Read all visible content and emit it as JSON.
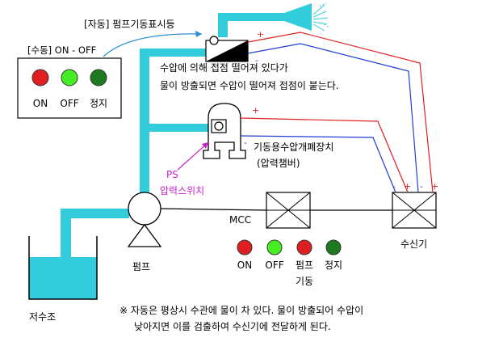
{
  "colors": {
    "pipe": "#33ccdd",
    "water": "#33ccdd",
    "wire_positive": "#e02020",
    "wire_negative": "#1f3fd0",
    "lamp_on": "#e02020",
    "lamp_off": "#44ee22",
    "lamp_pump": "#e02020",
    "lamp_stop": "#1e7a1e"
  },
  "labels": {
    "auto_pump_indicator": "[자동] 펌프기동표시등",
    "manual_panel_title": "[수동] ON - OFF",
    "contact_note_line1": "수압에 의해 접점 떨어져 있다가",
    "contact_note_line2": "물이 방출되면 수압이 떨어져 접점이 붙는다.",
    "ps": "PS",
    "pressure_switch": "압력스위치",
    "pressure_device": "기동용수압개폐장치",
    "pressure_chamber": "(압력챔버)",
    "mcc": "MCC",
    "receiver": "수신기",
    "pump": "펌프",
    "reservoir": "저수조",
    "footnote_line1": "※ 자동은 평상시 수관에 물이 차 있다. 물이 방출되어 수압이",
    "footnote_line2": "낮아지면 이를 검출하여 수신기에 전달하게 된다."
  },
  "manual_panel": {
    "lamps": [
      {
        "label": "ON",
        "color": "lamp_on"
      },
      {
        "label": "OFF",
        "color": "lamp_off"
      },
      {
        "label": "정지",
        "color": "lamp_stop"
      }
    ]
  },
  "mcc_panel": {
    "lamps": [
      {
        "label": "ON",
        "color": "lamp_on"
      },
      {
        "label": "OFF",
        "color": "lamp_off"
      },
      {
        "label": "펌프",
        "sublabel": "기동",
        "color": "lamp_pump"
      },
      {
        "label": "정지",
        "color": "lamp_stop"
      }
    ]
  },
  "polarity": {
    "plus": "+",
    "minus": "-"
  }
}
